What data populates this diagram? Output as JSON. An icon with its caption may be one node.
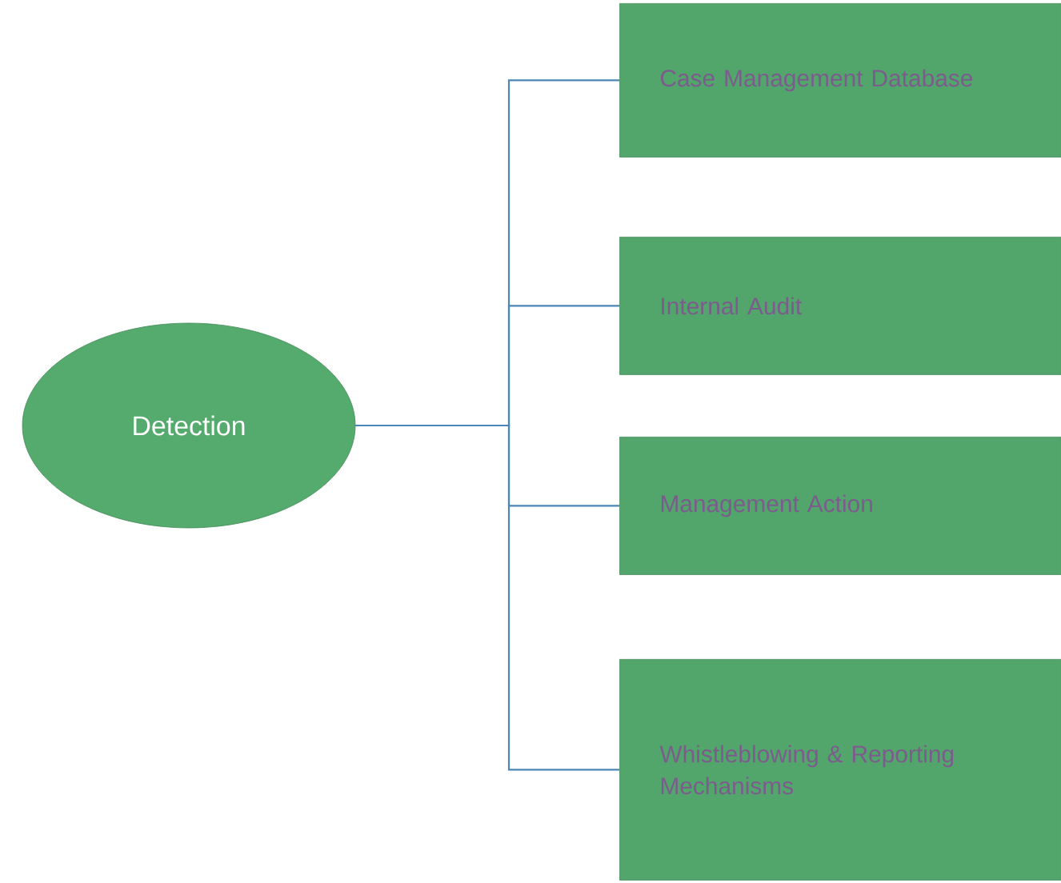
{
  "diagram": {
    "nodes": [
      {
        "text": [
          "Detection"
        ]
      },
      {
        "text": [
          "Case Management Database"
        ]
      },
      {
        "text": [
          "Internal Audit"
        ]
      },
      {
        "text": [
          "Management Action"
        ]
      },
      {
        "text": [
          "Whistleblowing & Reporting Mechanisms"
        ]
      }
    ],
    "edges": [
      {
        "from": 0,
        "to": 1,
        "arrow": "none"
      },
      {
        "from": 0,
        "to": 2,
        "arrow": "none"
      },
      {
        "from": 0,
        "to": 3,
        "arrow": "none"
      },
      {
        "from": 0,
        "to": 4,
        "arrow": "none"
      }
    ]
  }
}
